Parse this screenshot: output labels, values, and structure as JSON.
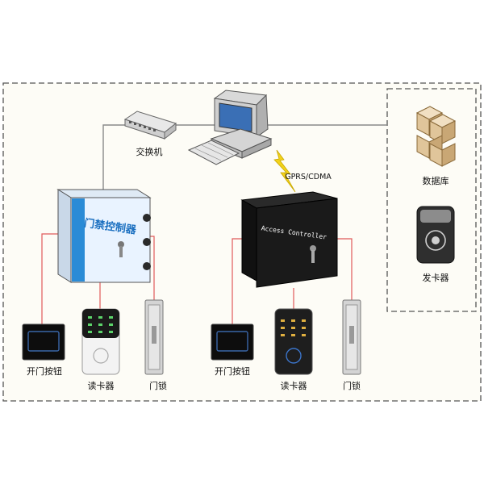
{
  "labels": {
    "switch": "交换机",
    "wireless": "GPRS/CDMA",
    "database": "数据库",
    "card_issuer": "发卡器",
    "left_controller_title": "门禁控制器",
    "right_controller_title": "Access Controller",
    "left_exit_button": "开门按钮",
    "left_card_reader": "读卡器",
    "left_door_lock": "门锁",
    "right_exit_button": "开门按钮",
    "right_card_reader": "读卡器",
    "right_door_lock": "门锁"
  },
  "colors": {
    "background": "#fdfcf6",
    "outer_dash": "#555555",
    "link_gray": "#8a8a8a",
    "link_red": "#e05a5a",
    "bolt_yellow": "#f2d21b",
    "left_controller": "#e9f3ff",
    "right_controller": "#1a1a1a"
  }
}
